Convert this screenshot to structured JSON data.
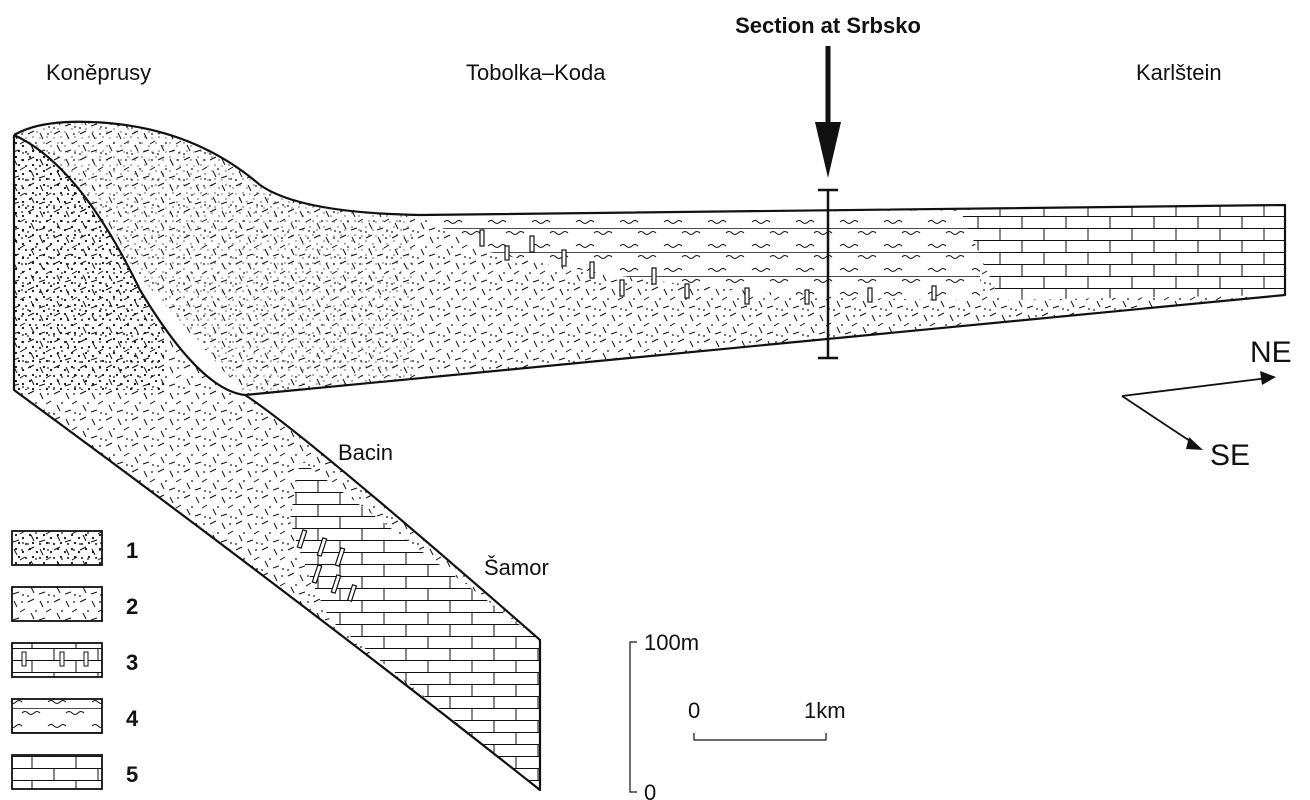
{
  "title": "Section at Srbsko",
  "places": {
    "koneprusy": "Koněprusy",
    "tobolka_koda": "Tobolka–Koda",
    "karlstein": "Karlštein",
    "bacin": "Bacin",
    "samor": "Šamor"
  },
  "directions": {
    "ne": "NE",
    "se": "SE"
  },
  "legend": [
    {
      "id": "1",
      "pattern": "dots-and-dashes"
    },
    {
      "id": "2",
      "pattern": "sparse-dots-dashes"
    },
    {
      "id": "3",
      "pattern": "bricks-with-reef-bodies"
    },
    {
      "id": "4",
      "pattern": "bricks-with-wavy-bands"
    },
    {
      "id": "5",
      "pattern": "bricks"
    }
  ],
  "scale": {
    "vertical_top": "100m",
    "vertical_bottom": "0",
    "horizontal_start": "0",
    "horizontal_end": "1km"
  },
  "colors": {
    "ink": "#111111",
    "paper": "#ffffff"
  }
}
